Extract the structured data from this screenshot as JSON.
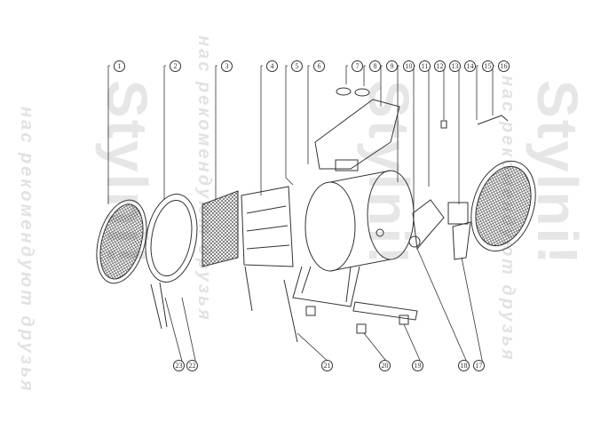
{
  "diagram": {
    "title": "Exploded view of fan heater",
    "callouts_top": [
      "1",
      "2",
      "3",
      "4",
      "5",
      "6",
      "7",
      "8",
      "9",
      "10",
      "11",
      "12",
      "13",
      "14",
      "15",
      "16"
    ],
    "callouts_bottom": [
      "23",
      "22",
      "21",
      "20",
      "19",
      "18",
      "17"
    ]
  },
  "watermark": {
    "brand": "Stylni!",
    "slogan": "нас рекомендуют друзья"
  },
  "colors": {
    "line": "#333333",
    "watermark": "#e2e2e2"
  }
}
